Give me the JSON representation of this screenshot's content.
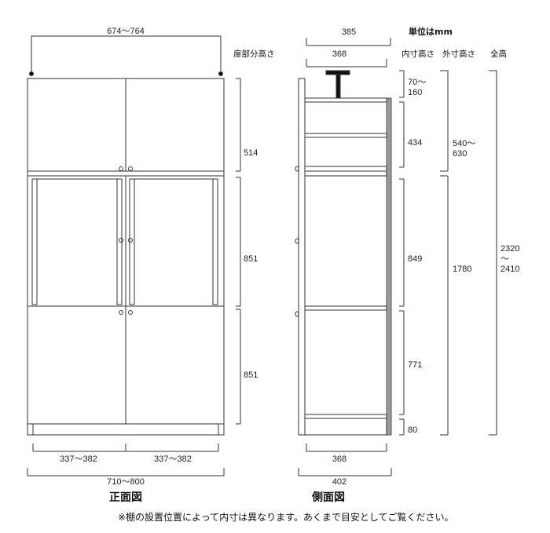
{
  "unit_label": "単位はmm",
  "column_headers": {
    "door_height": "扉部分高さ",
    "inner_height": "内寸高さ",
    "outer_height": "外寸高さ",
    "total_height": "全高"
  },
  "front": {
    "caption": "正面図",
    "top_width": "674〜764",
    "bottom_left_width": "337〜382",
    "bottom_right_width": "337〜382",
    "total_width": "710〜800",
    "door_heights": [
      "514",
      "851",
      "851"
    ]
  },
  "side": {
    "caption": "側面図",
    "top_depth_outer": "385",
    "top_depth_inner": "368",
    "bottom_depth_inner": "368",
    "bottom_depth_outer": "402",
    "inner_heights": [
      "70〜\n160",
      "434",
      "849",
      "771",
      "80"
    ],
    "outer_heights": [
      "540〜\n630",
      "1780"
    ],
    "total_height": "2320\n〜\n2410"
  },
  "footnote": "※棚の設置位置によって内寸は異なります。あくまで目安としてご覧ください。"
}
